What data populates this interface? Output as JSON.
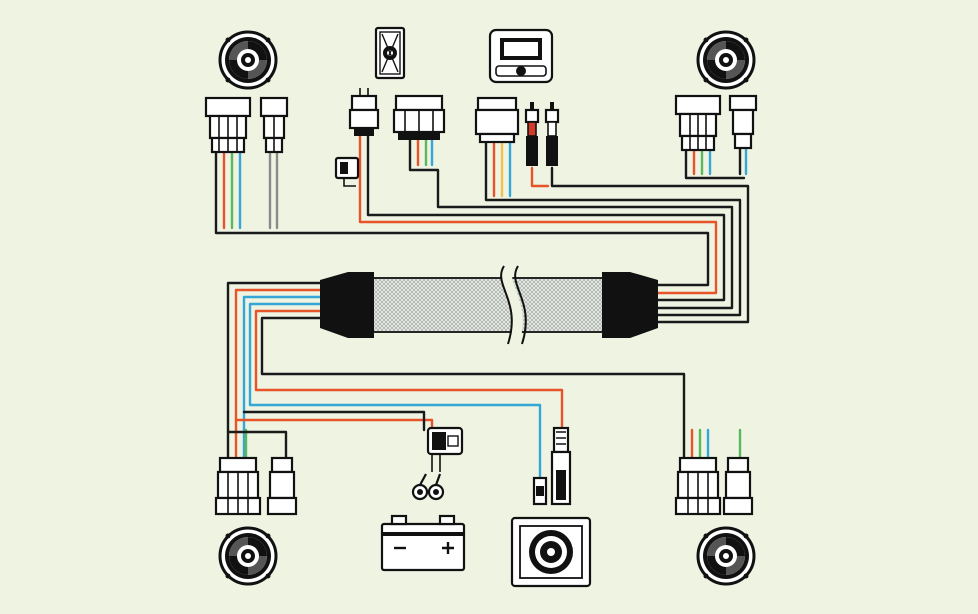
{
  "diagram": {
    "type": "wiring-harness",
    "text_labels": [],
    "colors": {
      "background": "#eef3e2",
      "outline": "#111111",
      "wire_black": "#1a1a1a",
      "wire_red": "#e8542a",
      "wire_blue": "#35a7d6",
      "wire_green": "#5cb85c",
      "wire_yellow": "#f2c14e",
      "wire_gray": "#8a8a8a",
      "rca_red": "#d23a2a",
      "sleeve": "#d9dcd6"
    },
    "components": [
      {
        "name": "speaker-front-left",
        "icon": "speaker-icon"
      },
      {
        "name": "speaker-front-right",
        "icon": "speaker-icon"
      },
      {
        "name": "speaker-rear-left",
        "icon": "speaker-icon"
      },
      {
        "name": "speaker-rear-right",
        "icon": "speaker-icon"
      },
      {
        "name": "amplifier",
        "icon": "amplifier-icon"
      },
      {
        "name": "head-unit",
        "icon": "head-unit-icon"
      },
      {
        "name": "battery",
        "icon": "battery-icon"
      },
      {
        "name": "subwoofer",
        "icon": "subwoofer-icon"
      },
      {
        "name": "inline-fuse-top",
        "icon": "fuse-holder-icon"
      },
      {
        "name": "inline-fuse-bottom",
        "icon": "fuse-holder-icon"
      },
      {
        "name": "rca-plugs",
        "icon": "rca-plug-icon"
      },
      {
        "name": "ring-terminals",
        "icon": "ring-terminal-icon"
      },
      {
        "name": "harness-sleeve",
        "icon": "braided-sleeve-icon"
      }
    ]
  }
}
